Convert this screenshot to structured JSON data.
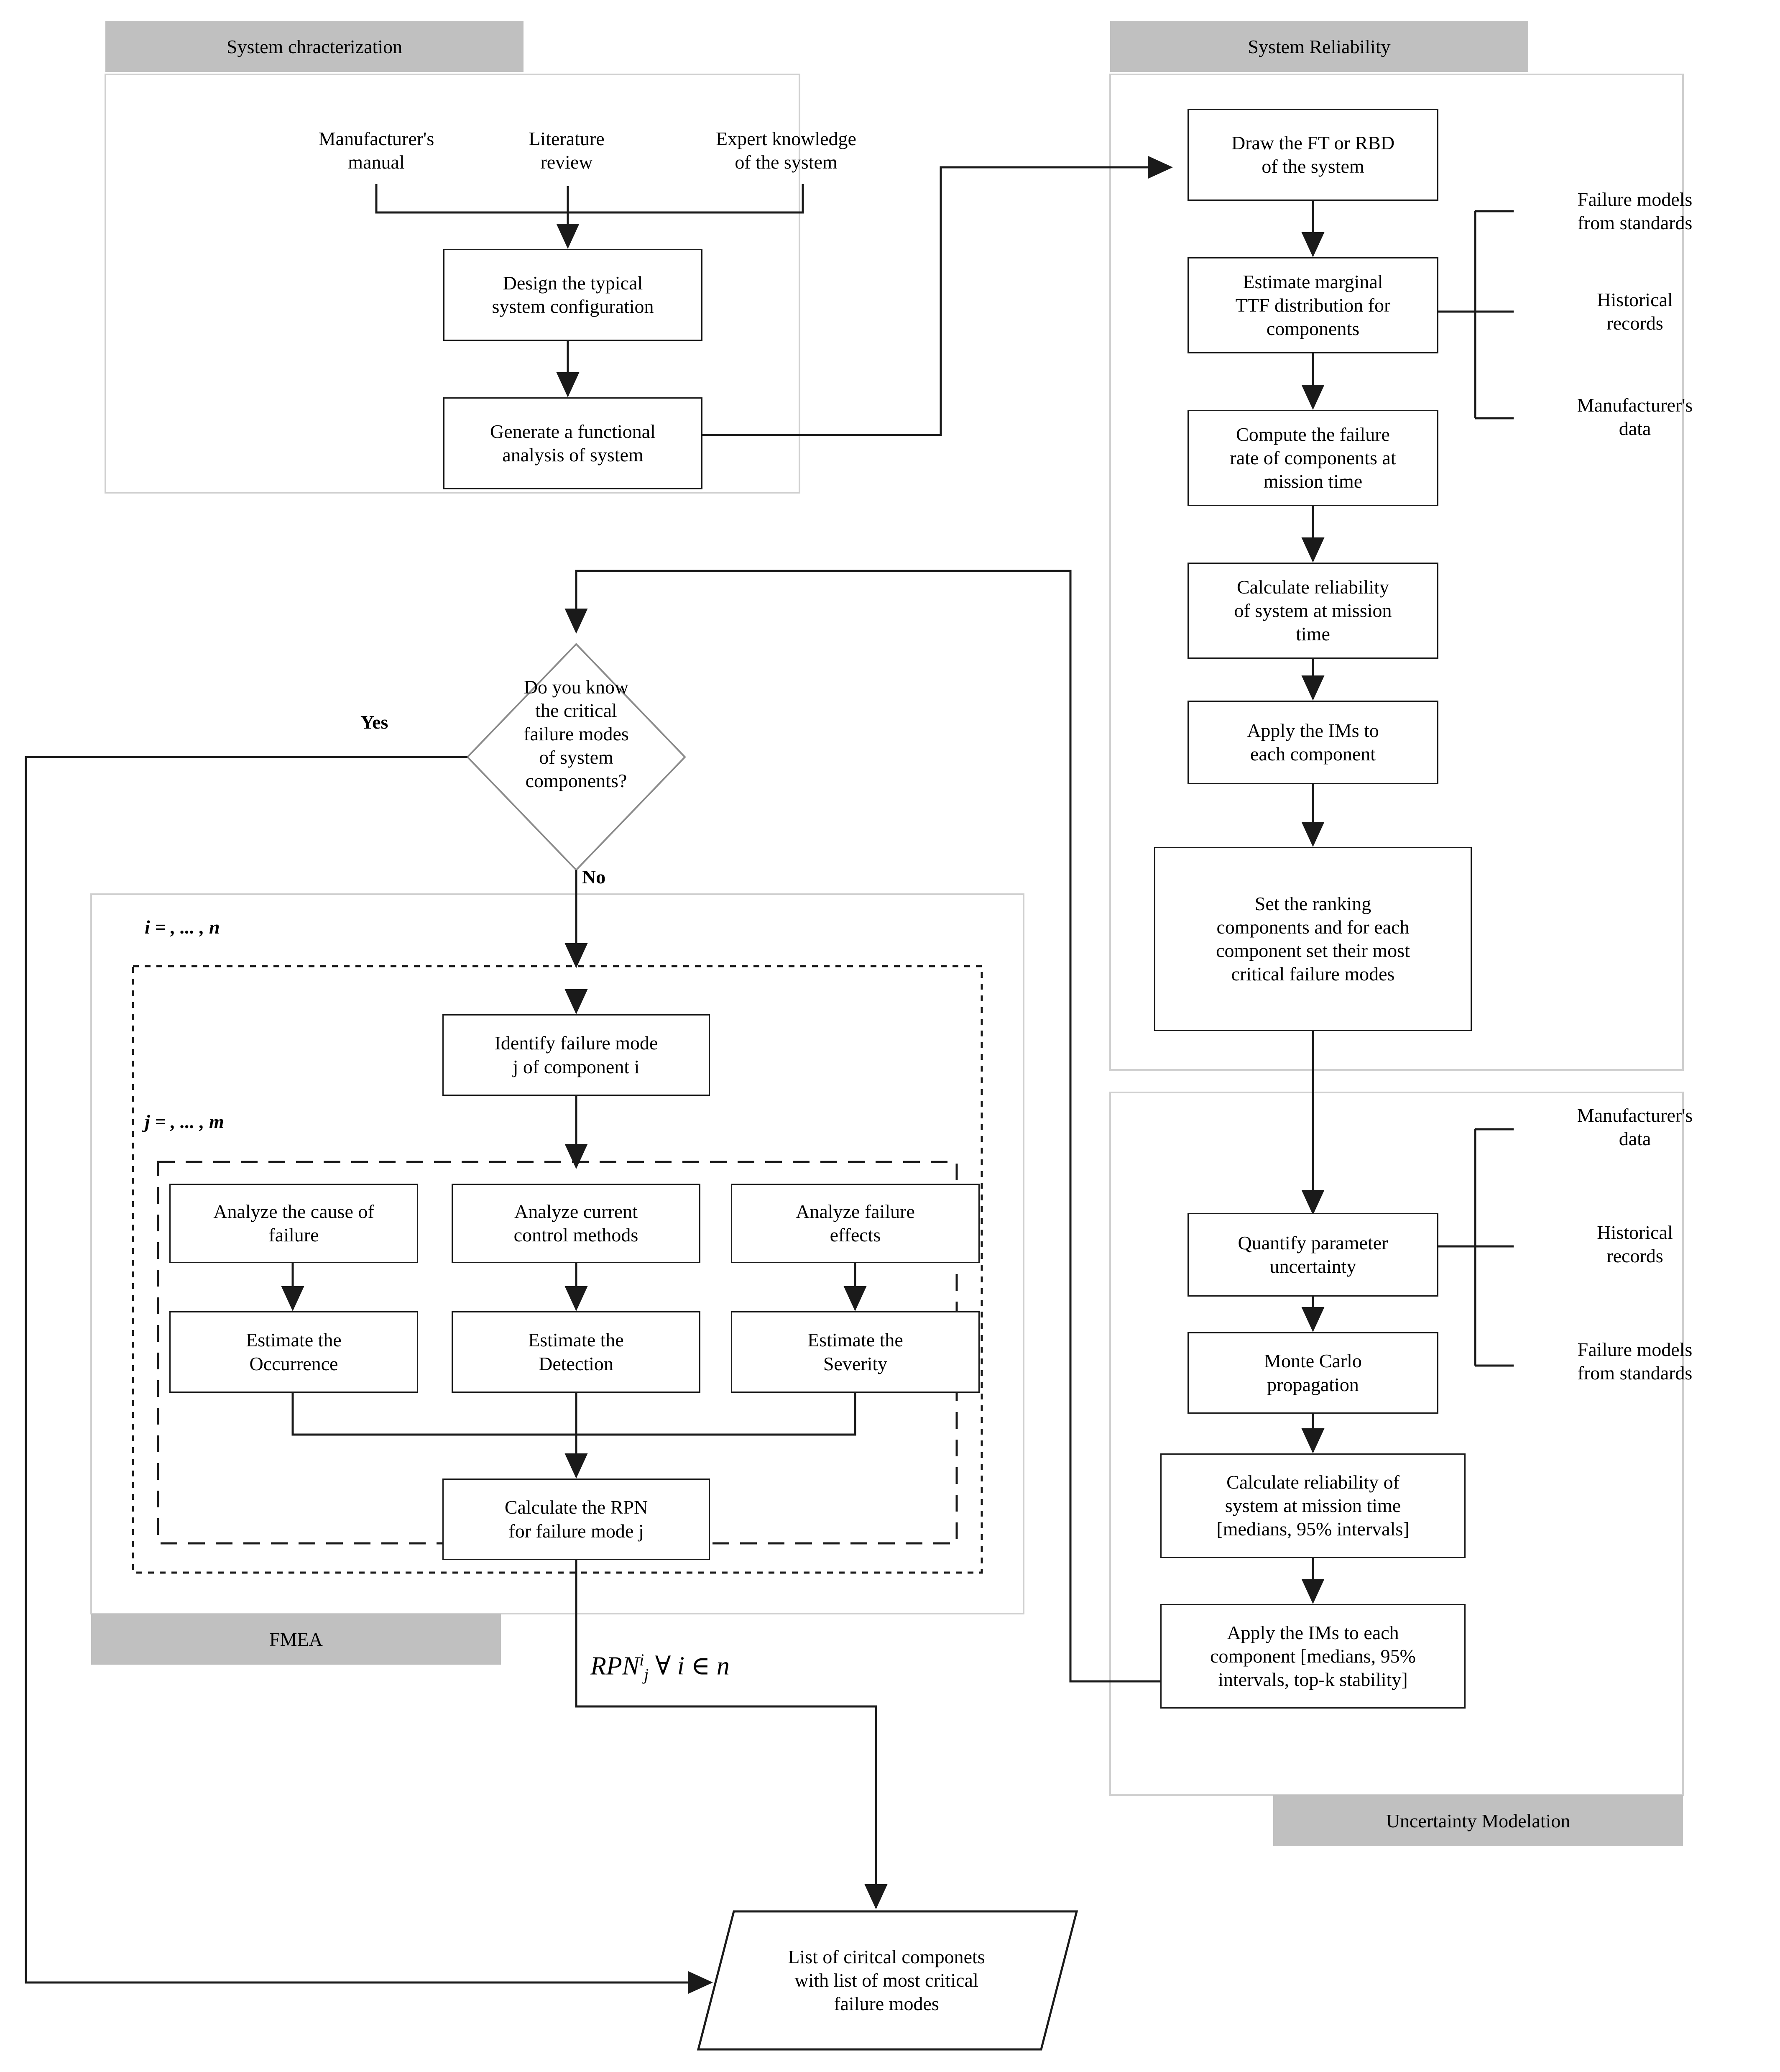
{
  "panels": [
    {
      "id": "system-characterization",
      "label": "System chracterization"
    },
    {
      "id": "system-reliability",
      "label": "System Reliability"
    },
    {
      "id": "fmea",
      "label": "FMEA"
    },
    {
      "id": "uncertainty-modelation",
      "label": "Uncertainty Modelation"
    }
  ],
  "system_characterization": {
    "sources": [
      {
        "id": "manufacturers-manual",
        "text": "Manufacturer's\nmanual"
      },
      {
        "id": "literature-review",
        "text": "Literature\nreview"
      },
      {
        "id": "expert-knowledge",
        "text": "Expert knowledge\nof the system"
      }
    ],
    "steps": [
      {
        "id": "design-typical-configuration",
        "text": "Design the typical\nsystem configuration"
      },
      {
        "id": "generate-functional-analysis",
        "text": "Generate a functional\nanalysis of system"
      }
    ]
  },
  "system_reliability": {
    "steps": [
      {
        "id": "draw-ft-rbd",
        "text": "Draw the FT or RBD\nof the system"
      },
      {
        "id": "estimate-marginal-ttf",
        "text": "Estimate marginal\nTTF distribution for\ncomponents"
      },
      {
        "id": "compute-failure-rate",
        "text": "Compute the failure\nrate of components at\nmission time"
      },
      {
        "id": "calculate-reliability",
        "text": "Calculate reliability\nof system at mission\ntime"
      },
      {
        "id": "apply-ims",
        "text": "Apply the IMs to\neach component"
      },
      {
        "id": "set-ranking-components",
        "text": "Set the ranking\ncomponents and for each\ncomponent set their most\ncritical failure modes"
      }
    ],
    "inputs": [
      {
        "id": "failure-models-standards",
        "text": "Failure models\nfrom standards"
      },
      {
        "id": "historical-records",
        "text": "Historical\nrecords"
      },
      {
        "id": "manufacturers-data",
        "text": "Manufacturer's\ndata"
      }
    ]
  },
  "uncertainty_modelation": {
    "steps": [
      {
        "id": "quantify-parameter-uncertainty",
        "text": "Quantify parameter\nuncertainty"
      },
      {
        "id": "monte-carlo-propagation",
        "text": "Monte Carlo\npropagation"
      },
      {
        "id": "calculate-reliability-intervals",
        "text": "Calculate reliability of\nsystem at mission time\n[medians, 95% intervals]"
      },
      {
        "id": "apply-ims-intervals",
        "text": "Apply the IMs to each\ncomponent [medians, 95%\nintervals, top-k stability]"
      }
    ],
    "inputs": [
      {
        "id": "manufacturers-data",
        "text": "Manufacturer's\ndata"
      },
      {
        "id": "historical-records",
        "text": "Historical\nrecords"
      },
      {
        "id": "failure-models-standards",
        "text": "Failure models\nfrom standards"
      }
    ]
  },
  "decision": {
    "id": "know-critical-failure-modes",
    "text": "Do you know\nthe critical\nfailure modes\nof system\ncomponents?",
    "yes_label": "Yes",
    "no_label": "No"
  },
  "fmea": {
    "outer_loop_label": "i = , ... , n",
    "inner_loop_label": "j = , ... , m",
    "identify": {
      "id": "identify-failure-mode",
      "text": "Identify failure mode\nj of component i"
    },
    "analyze": [
      {
        "id": "analyze-cause-of-failure",
        "text": "Analyze the cause of\nfailure"
      },
      {
        "id": "analyze-control-methods",
        "text": "Analyze current\ncontrol methods"
      },
      {
        "id": "analyze-failure-effects",
        "text": "Analyze failure\neffects"
      }
    ],
    "estimate": [
      {
        "id": "estimate-occurrence",
        "text": "Estimate the\nOccurrence"
      },
      {
        "id": "estimate-detection",
        "text": "Estimate the\nDetection"
      },
      {
        "id": "estimate-severity",
        "text": "Estimate the\nSeverity"
      }
    ],
    "calculate_rpn": {
      "id": "calculate-rpn",
      "text": "Calculate the RPN\nfor failure mode j"
    },
    "rpn_formula": {
      "base": "RPN",
      "sup": "i",
      "sub": "j",
      "rest": "∀ i ∈ n"
    }
  },
  "output": {
    "id": "list-of-critical-components",
    "text": "List of ciritcal componets\nwith list of most critical\nfailure modes"
  },
  "colors": {
    "panel_label_bg": "#c0c0c0",
    "panel_border": "#cfcfcf",
    "line": "#1a1a1a",
    "box_border": "#1a1a1a",
    "background": "#ffffff"
  }
}
